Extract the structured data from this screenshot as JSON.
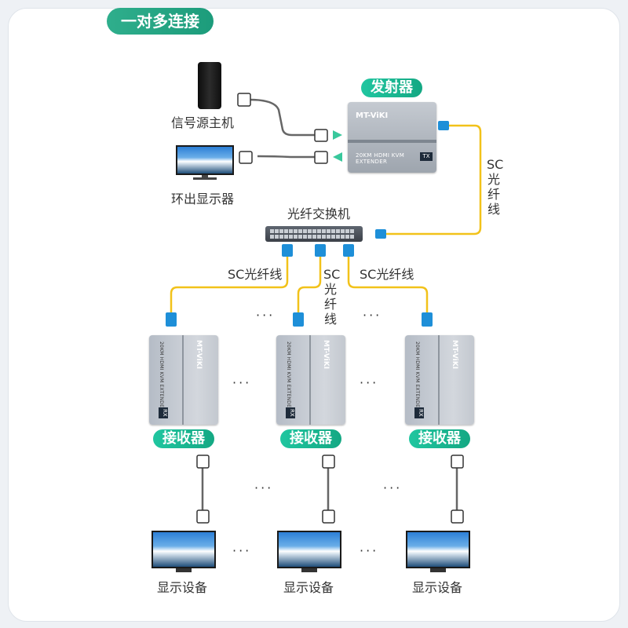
{
  "header": {
    "title": "一对多连接"
  },
  "transmitter": {
    "label": "发射器",
    "brand": "MT-ViKI",
    "model": "20KM HDMI KVM EXTENDER",
    "tag": "TX"
  },
  "source": {
    "label": "信号源主机"
  },
  "loop_display": {
    "label": "环出显示器"
  },
  "switch": {
    "label": "光纤交换机"
  },
  "cable_label_vertical": "SC光纤线",
  "cable_label_left": "SC光纤线",
  "cable_label_right": "SC光纤线",
  "ellipsis": "···",
  "receivers": [
    {
      "label": "接收器",
      "brand": "MT-ViKI",
      "model": "20KM HDMI KVM EXTENDER",
      "tag": "RX"
    },
    {
      "label": "接收器",
      "brand": "MT-ViKI",
      "model": "20KM HDMI KVM EXTENDER",
      "tag": "RX"
    },
    {
      "label": "接收器",
      "brand": "MT-ViKI",
      "model": "20KM HDMI KVM EXTENDER",
      "tag": "RX"
    }
  ],
  "displays": [
    {
      "label": "显示设备"
    },
    {
      "label": "显示设备"
    },
    {
      "label": "显示设备"
    }
  ],
  "colors": {
    "accent_green": "#1fb48e",
    "fiber_yellow": "#f2c21a",
    "sc_connector_blue": "#1e8fd8",
    "arrow_green": "#38c89c"
  }
}
